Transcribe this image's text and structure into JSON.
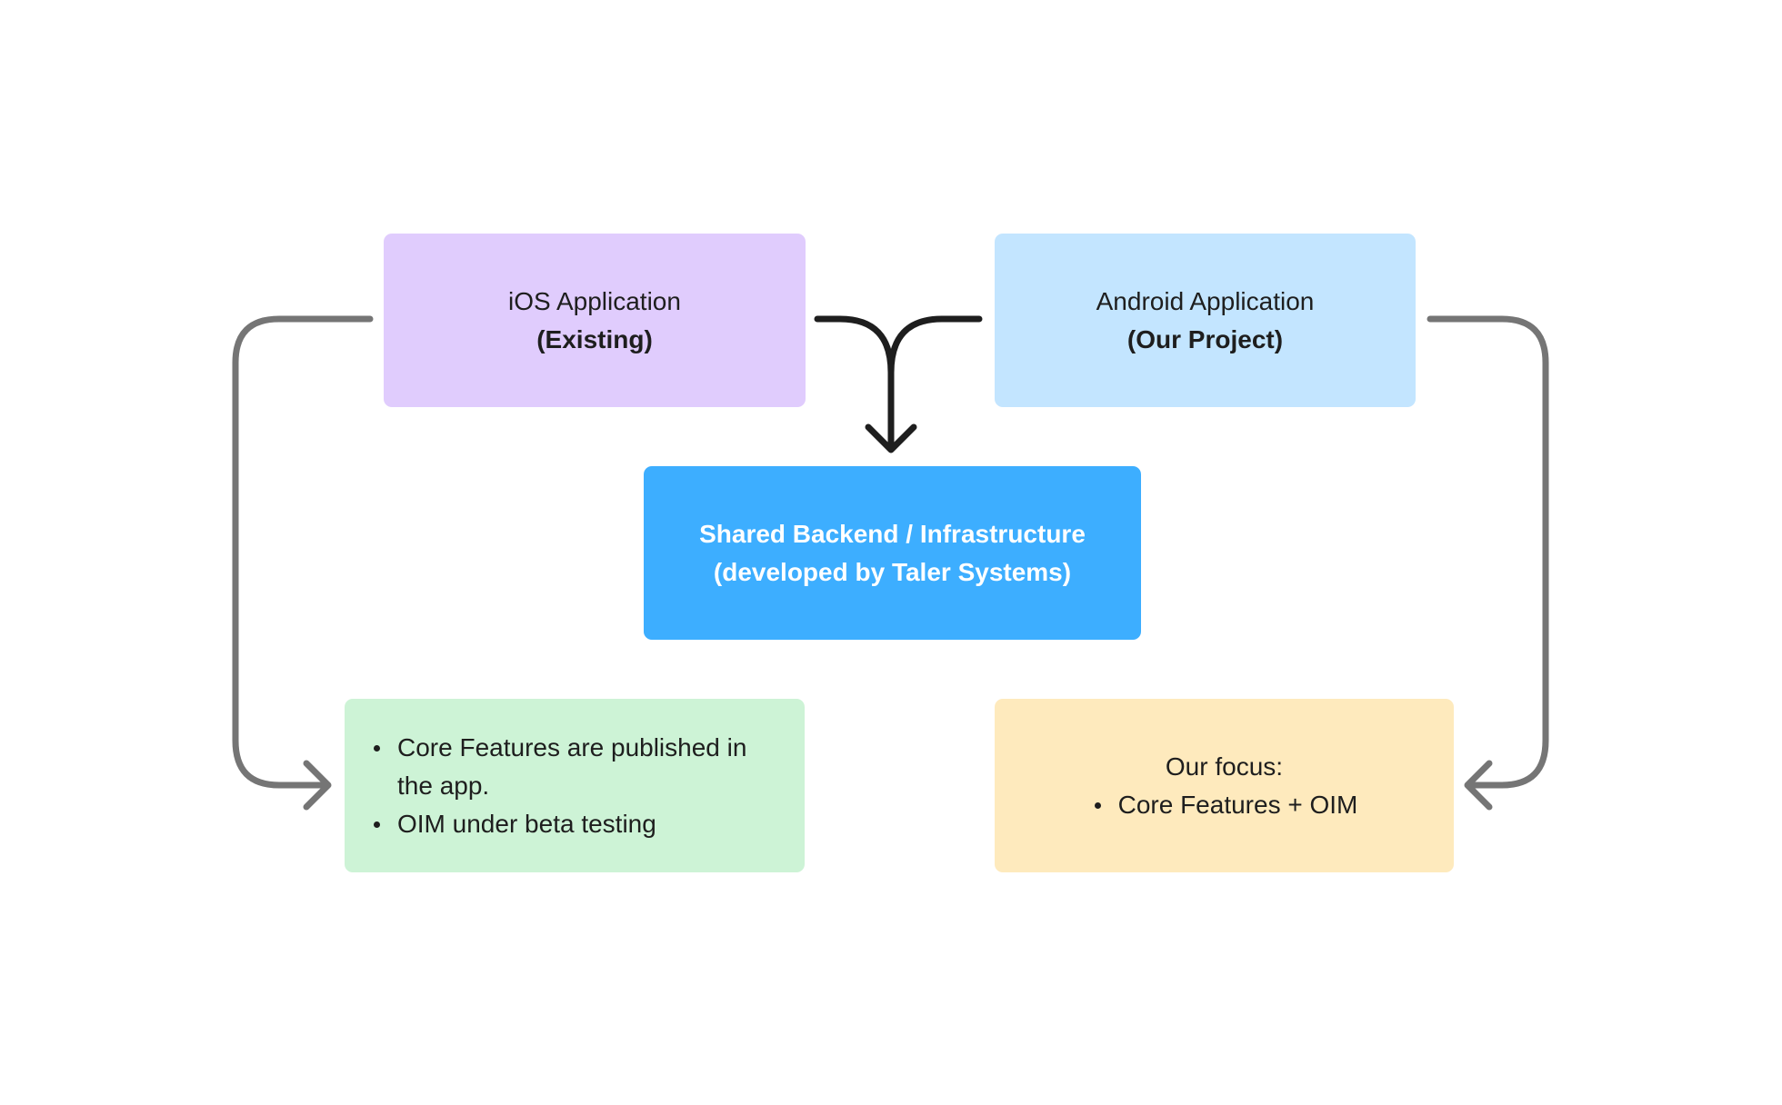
{
  "colors": {
    "ios_box": "#e0ccfd",
    "android_box": "#c3e5ff",
    "backend_box": "#3daeff",
    "ios_status_box": "#cdf3d6",
    "focus_box": "#feeabd",
    "connector_gray": "#757575",
    "connector_dark": "#1e1e1e"
  },
  "ios_box": {
    "title": "iOS Application",
    "subtitle": "(Existing)"
  },
  "android_box": {
    "title": "Android Application",
    "subtitle": "(Our Project)"
  },
  "backend_box": {
    "title": "Shared Backend / Infrastructure",
    "subtitle": "(developed by Taler Systems)"
  },
  "ios_status_box": {
    "items": [
      "Core Features are published in the app.",
      "OIM under beta testing"
    ]
  },
  "focus_box": {
    "heading": "Our focus:",
    "items": [
      "Core Features + OIM"
    ]
  }
}
